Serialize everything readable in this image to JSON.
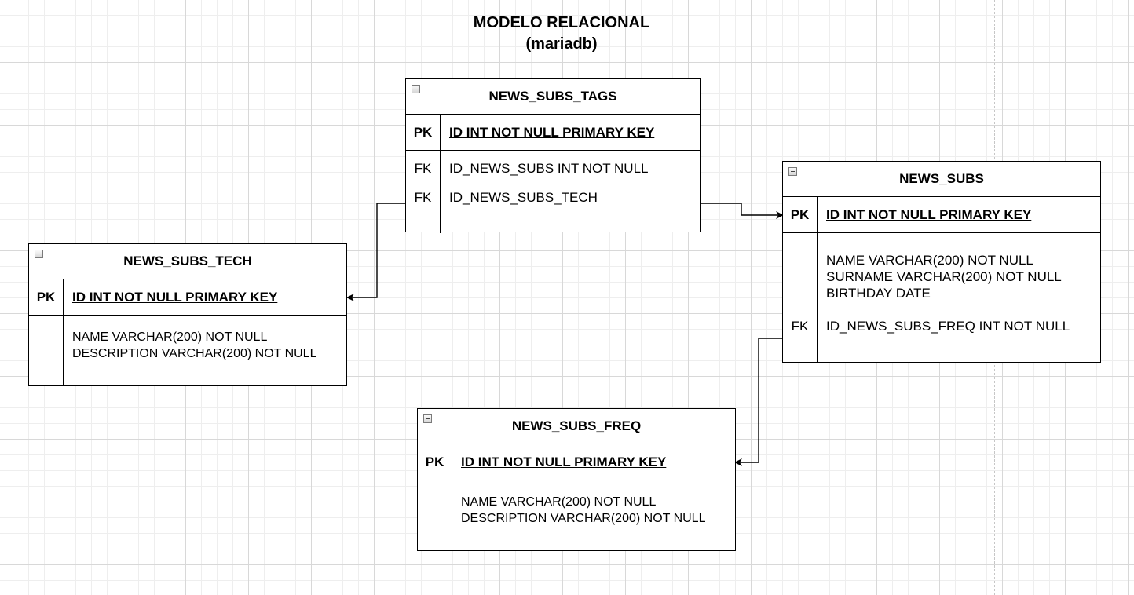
{
  "diagram": {
    "title": "MODELO RELACIONAL",
    "subtitle": "(mariadb)"
  },
  "tables": {
    "tags": {
      "name": "NEWS_SUBS_TAGS",
      "pk_label": "PK",
      "pk_field": "ID INT NOT NULL PRIMARY KEY",
      "fk1_label": "FK",
      "fk1_field": "ID_NEWS_SUBS INT NOT NULL",
      "fk2_label": "FK",
      "fk2_field": "ID_NEWS_SUBS_TECH"
    },
    "tech": {
      "name": "NEWS_SUBS_TECH",
      "pk_label": "PK",
      "pk_field": "ID INT NOT NULL PRIMARY KEY",
      "fields": [
        "NAME VARCHAR(200) NOT NULL",
        "DESCRIPTION VARCHAR(200) NOT NULL"
      ]
    },
    "subs": {
      "name": "NEWS_SUBS",
      "pk_label": "PK",
      "pk_field": "ID INT NOT NULL PRIMARY KEY",
      "fields": [
        "NAME VARCHAR(200) NOT NULL",
        "SURNAME VARCHAR(200) NOT NULL",
        "BIRTHDAY DATE"
      ],
      "fk_label": "FK",
      "fk_field": "ID_NEWS_SUBS_FREQ INT NOT NULL"
    },
    "freq": {
      "name": "NEWS_SUBS_FREQ",
      "pk_label": "PK",
      "pk_field": "ID INT NOT NULL PRIMARY KEY",
      "fields": [
        "NAME VARCHAR(200) NOT NULL",
        "DESCRIPTION VARCHAR(200) NOT NULL"
      ]
    }
  },
  "relationships": [
    {
      "from": "NEWS_SUBS_TAGS.ID_NEWS_SUBS_TECH",
      "to": "NEWS_SUBS_TECH.ID"
    },
    {
      "from": "NEWS_SUBS_TAGS.ID_NEWS_SUBS",
      "to": "NEWS_SUBS.ID"
    },
    {
      "from": "NEWS_SUBS.ID_NEWS_SUBS_FREQ",
      "to": "NEWS_SUBS_FREQ.ID"
    }
  ],
  "icons": {
    "collapse": "collapse-icon"
  }
}
